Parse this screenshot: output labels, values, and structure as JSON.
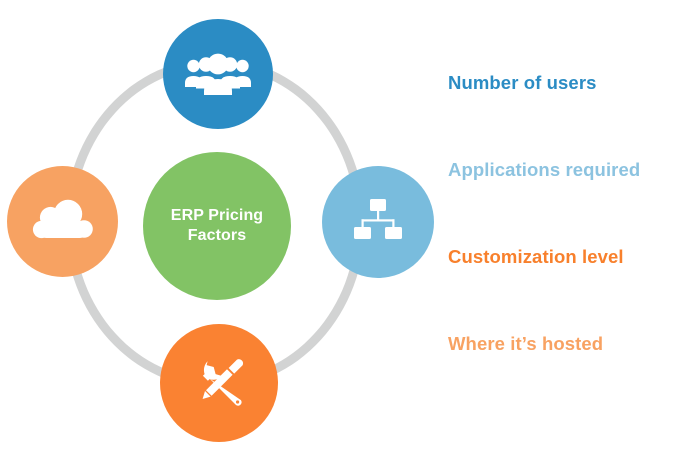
{
  "diagram": {
    "title": "ERP Pricing Factors",
    "center": {
      "label": "ERP Pricing\nFactors",
      "color": "#82c365"
    },
    "nodes": [
      {
        "id": "users",
        "icon": "users-group-icon",
        "position": "top",
        "color": "#2b8cc4"
      },
      {
        "id": "applications",
        "icon": "org-chart-icon",
        "position": "right",
        "color": "#79bcdd"
      },
      {
        "id": "customization",
        "icon": "wrench-screwdriver-icon",
        "position": "bottom",
        "color": "#fa8232"
      },
      {
        "id": "hosting",
        "icon": "cloud-icon",
        "position": "left",
        "color": "#f7a262"
      }
    ],
    "ring": {
      "color": "#d2d3d3"
    },
    "labels": [
      {
        "text": "Number of users",
        "color": "#2b8cc4"
      },
      {
        "text": "Applications required",
        "color": "#8cc3e0"
      },
      {
        "text": "Customization level",
        "color": "#f8802c"
      },
      {
        "text": "Where it’s hosted",
        "color": "#f8a262"
      }
    ]
  }
}
